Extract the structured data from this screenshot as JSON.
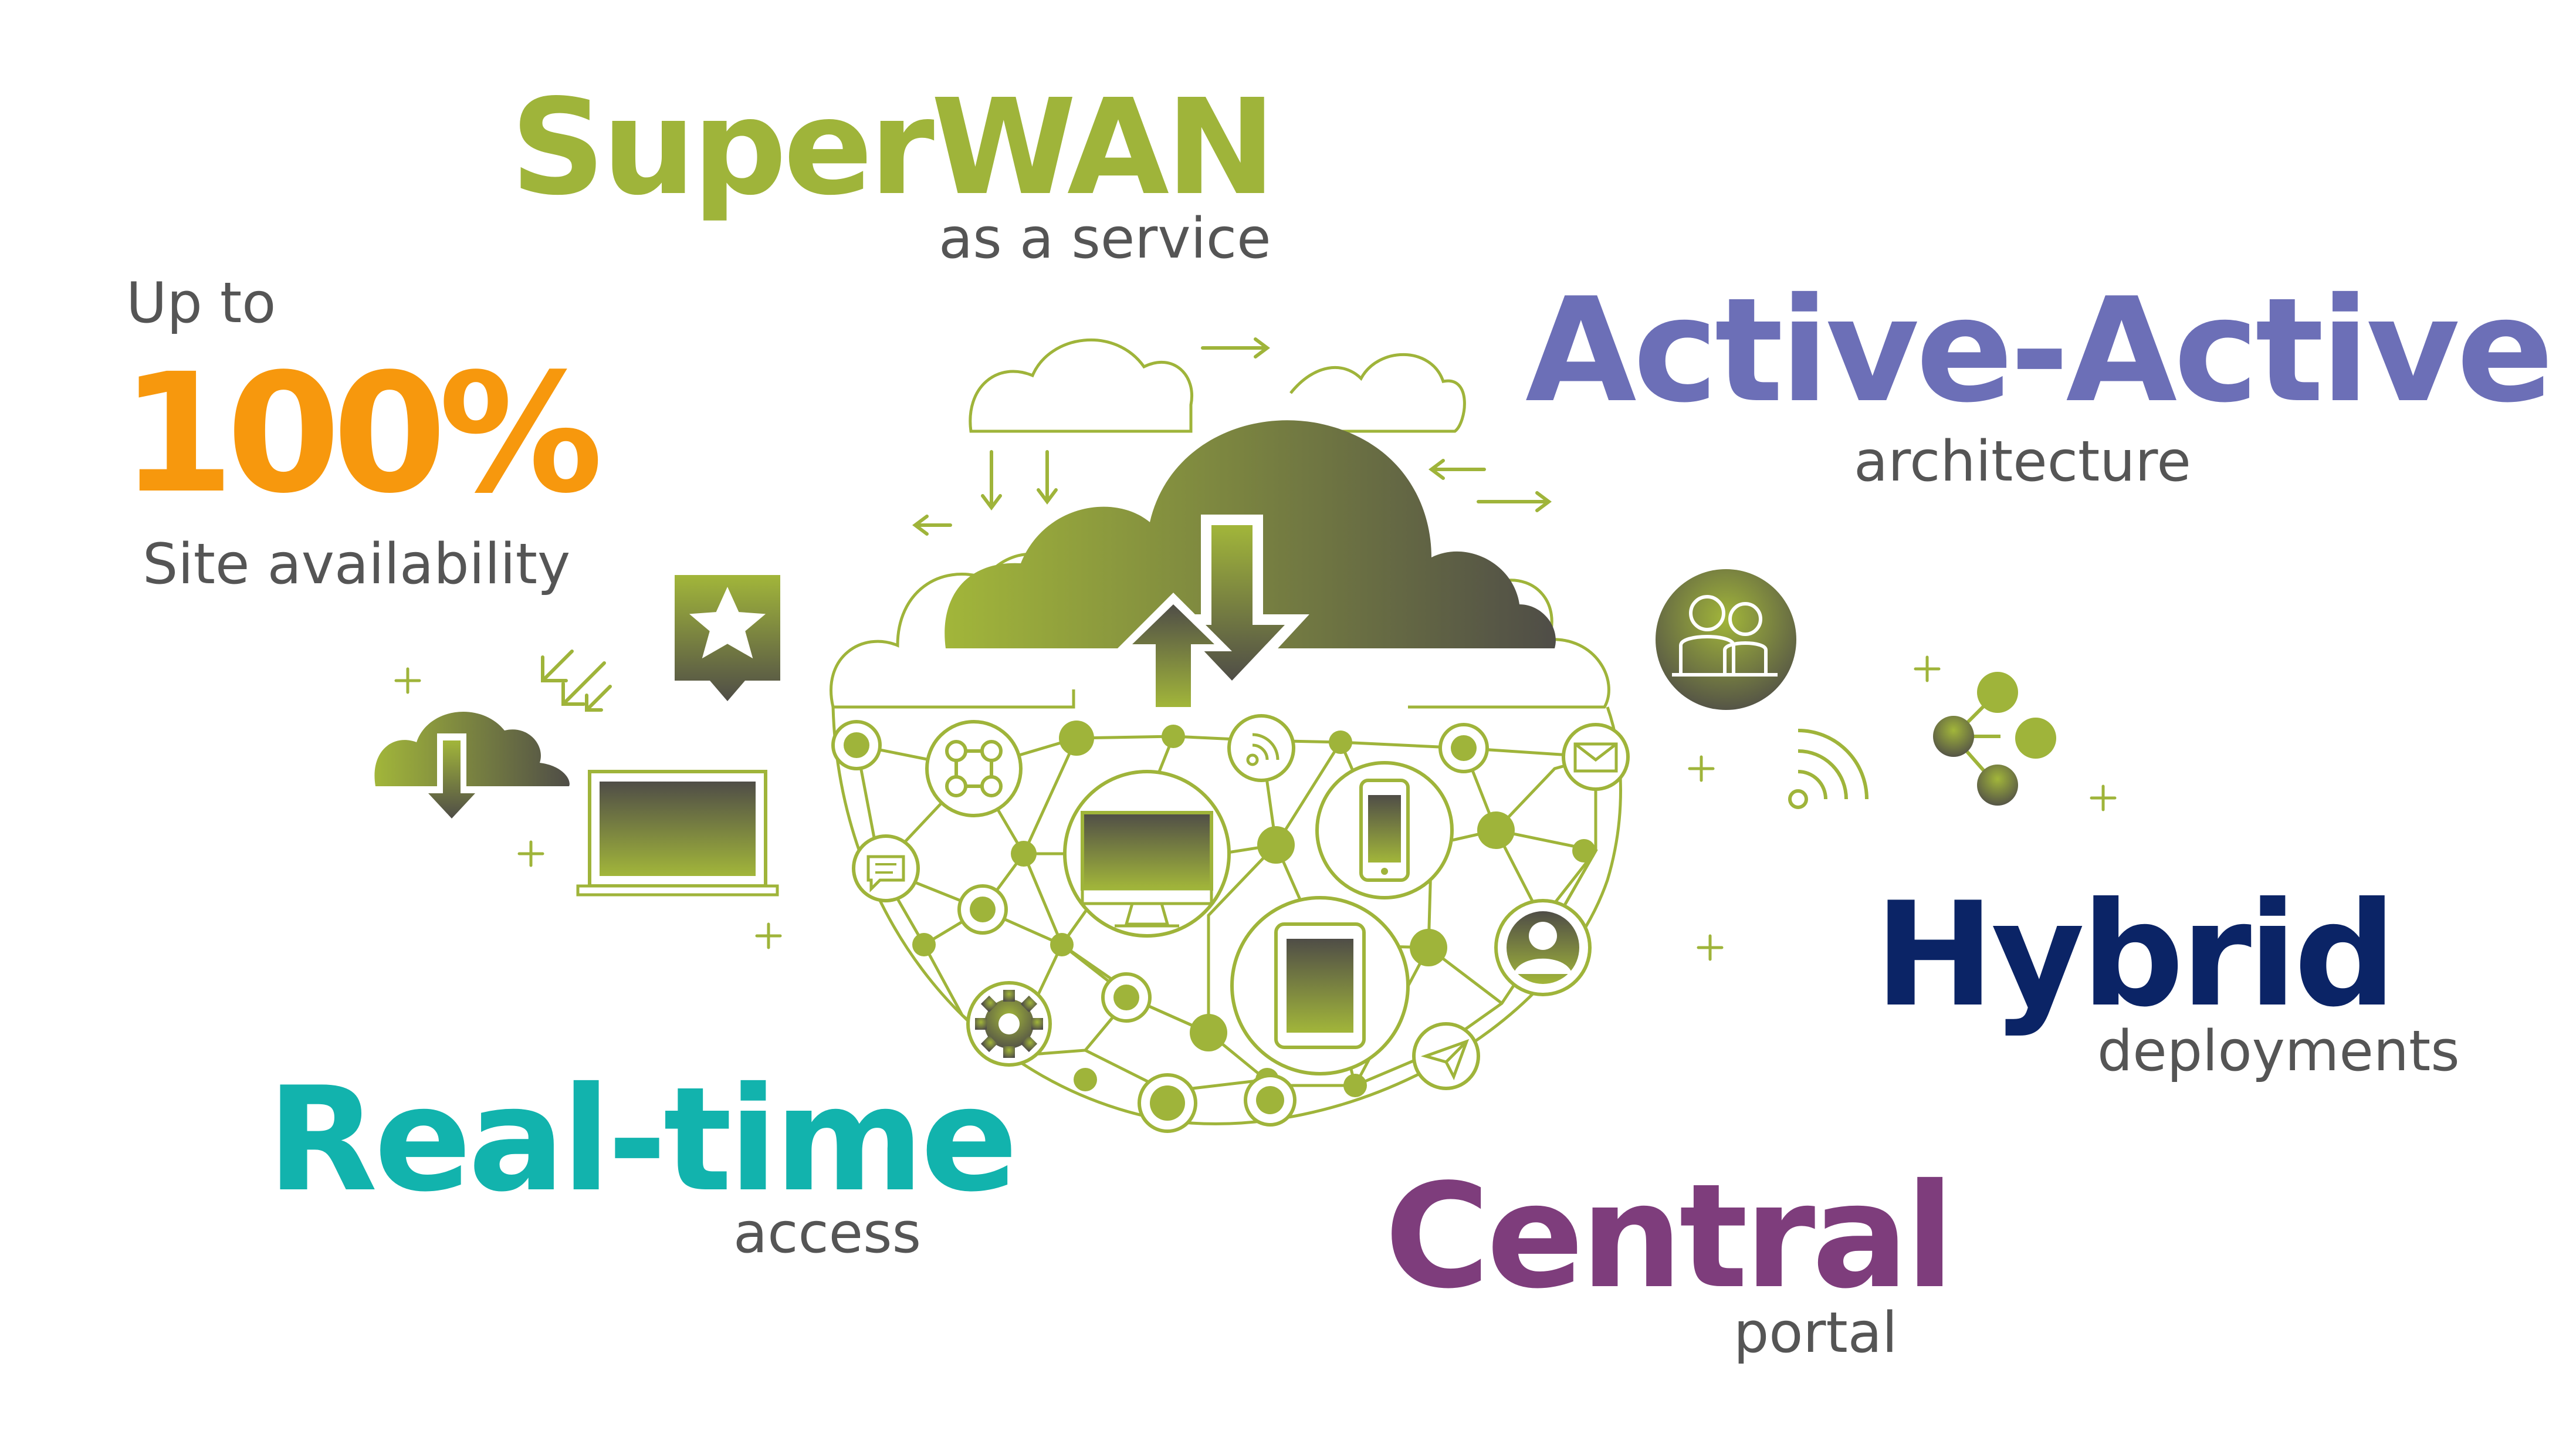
{
  "features": {
    "superwan": {
      "title": "SuperWAN",
      "subtitle": "as a service"
    },
    "uptime": {
      "prefix": "Up to",
      "value": "100%",
      "subtitle": "Site availability"
    },
    "active": {
      "title": "Active-Active",
      "subtitle": "architecture"
    },
    "hybrid": {
      "title": "Hybrid",
      "subtitle": "deployments"
    },
    "realtime": {
      "title": "Real-time",
      "subtitle": "access"
    },
    "central": {
      "title": "Central",
      "subtitle": "portal"
    }
  },
  "colors": {
    "green": "#9fb43a",
    "orange": "#f7980d",
    "purple": "#6c6fb7",
    "navy": "#0b2466",
    "teal": "#12b3ad",
    "plum": "#7e3d7c",
    "gray": "#555555",
    "dark": "#4f4d47"
  },
  "icons": [
    "cloud-network-icon",
    "laptop-icon",
    "cloud-download-icon",
    "star-badge-icon",
    "users-badge-icon",
    "wifi-signal-icon",
    "share-nodes-icon",
    "gear-icon",
    "monitor-icon",
    "tablet-icon",
    "smartphone-icon",
    "user-icon",
    "mail-icon",
    "paper-plane-icon",
    "chat-icon"
  ]
}
